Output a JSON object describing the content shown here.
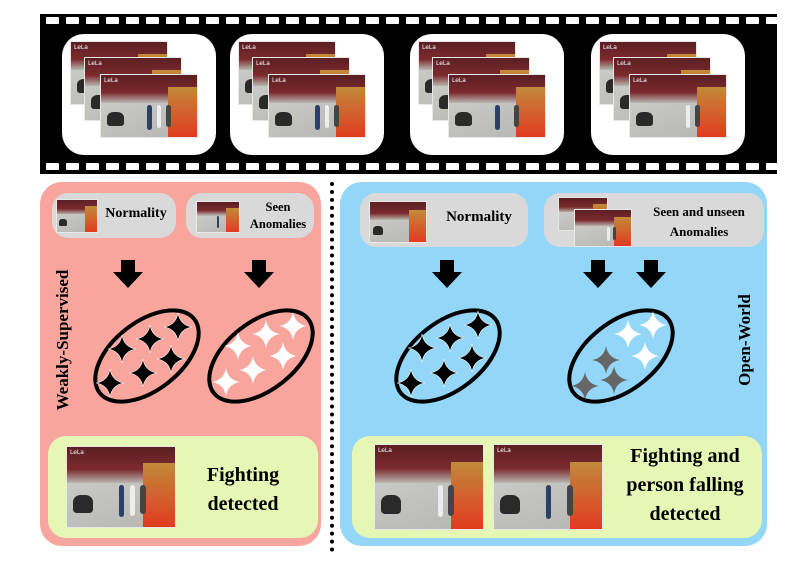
{
  "left_panel": {
    "vertical_label": "Weakly-Supervised",
    "normality_label": "Normality",
    "anomalies_label": "Seen\nAnomalies",
    "result_text": "Fighting\ndetected",
    "color": "#f7a59d"
  },
  "right_panel": {
    "vertical_label": "Open-World",
    "normality_label": "Normality",
    "anomalies_label": "Seen and unseen\nAnomalies",
    "result_text": "Fighting and\nperson falling\ndetected",
    "color": "#93d6f8"
  },
  "result_box_color": "#e6f7b5",
  "thumbnail_logo": "LeLa",
  "icons": [
    "film-strip",
    "down-arrow-icon",
    "star-icon",
    "ellipse-cluster"
  ]
}
